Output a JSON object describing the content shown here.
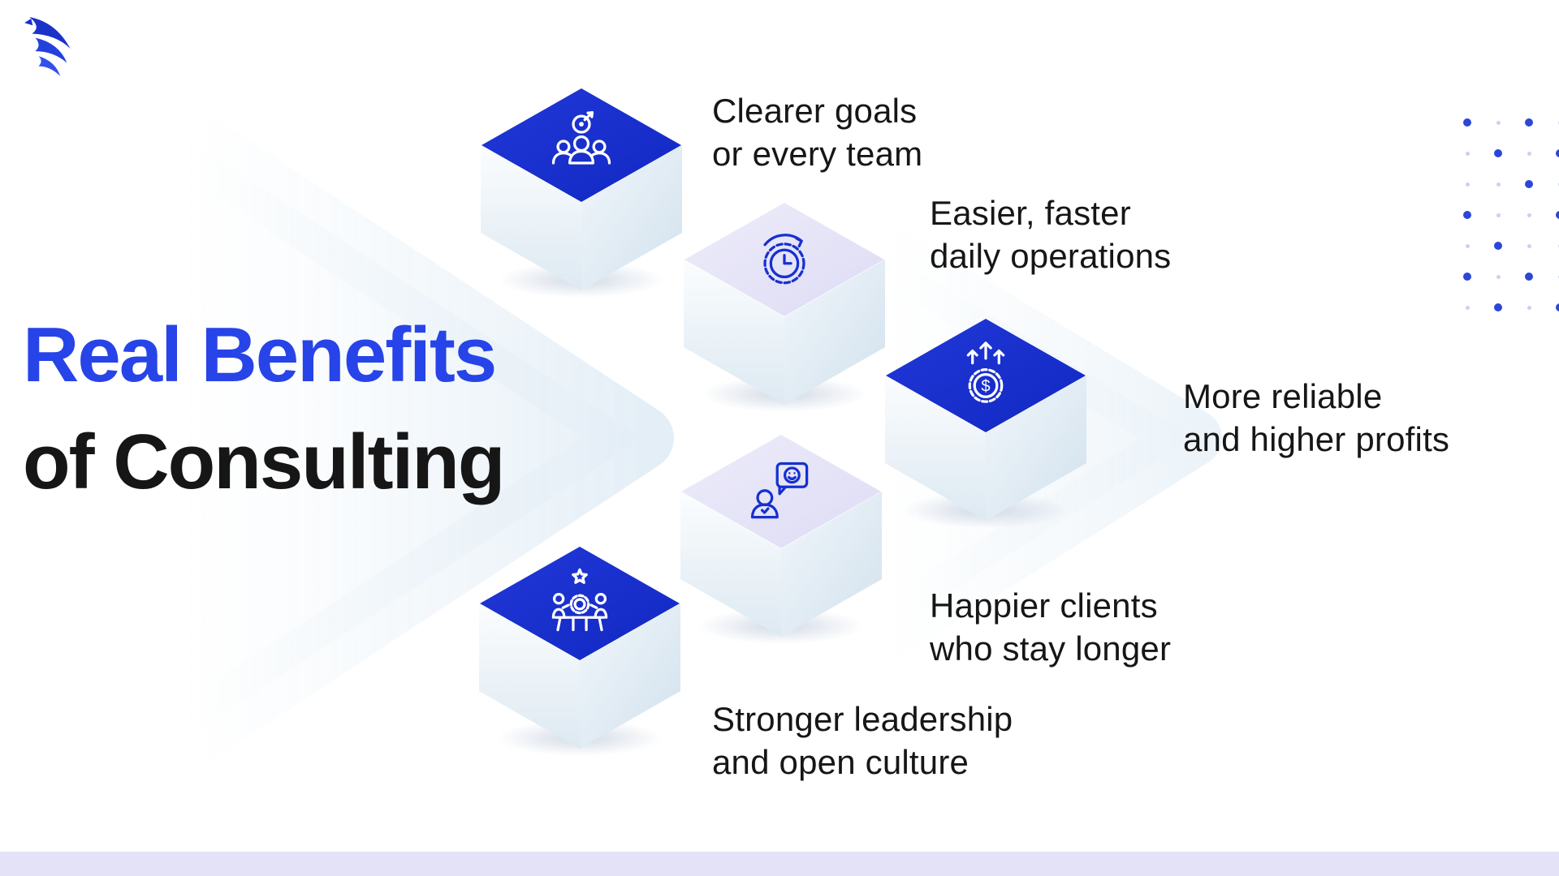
{
  "brand": {
    "logo": "phoenix-bird-logo"
  },
  "title": {
    "line1": "Real Benefits",
    "line2": "of Consulting"
  },
  "benefits": [
    {
      "name": "clearer-goals",
      "icon": "team-target-icon",
      "cube": "blue",
      "label_line1": "Clearer goals",
      "label_line2": "or every team"
    },
    {
      "name": "easier-operations",
      "icon": "clock-gear-icon",
      "cube": "lavender",
      "label_line1": "Easier, faster",
      "label_line2": "daily operations"
    },
    {
      "name": "higher-profits",
      "icon": "money-growth-icon",
      "cube": "blue",
      "label_line1": "More reliable",
      "label_line2": "and higher profits"
    },
    {
      "name": "happier-clients",
      "icon": "happy-client-icon",
      "cube": "lavender",
      "label_line1": "Happier clients",
      "label_line2": "who stay longer"
    },
    {
      "name": "stronger-leadership",
      "icon": "leadership-gear-icon",
      "cube": "blue",
      "label_line1": "Stronger leadership",
      "label_line2": "and open culture"
    }
  ],
  "colors": {
    "primary_blue": "#1730cf",
    "title_blue": "#2744e8",
    "lavender_top": "#e8e7f8",
    "text_dark": "#161616",
    "bottom_bar": "#e3e2f6",
    "dot_dark": "#2b46d9",
    "dot_light": "#c9d2ee"
  }
}
